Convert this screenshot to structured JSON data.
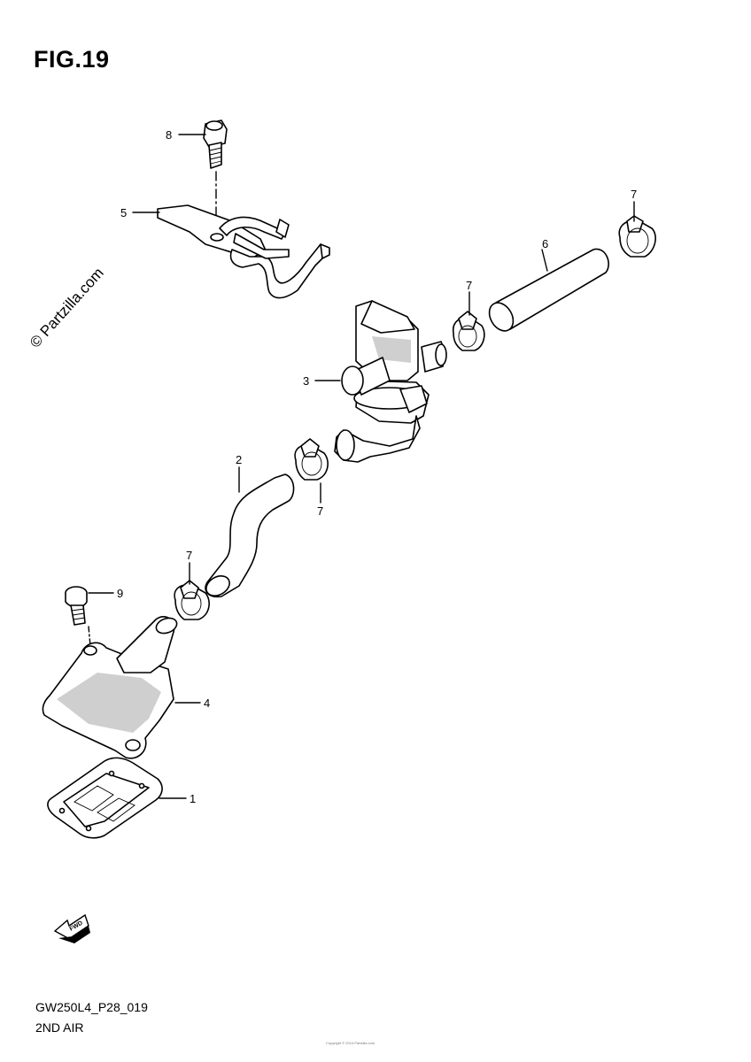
{
  "figure": {
    "title": "FIG.19",
    "code": "GW250L4_P28_019",
    "subtitle": "2ND AIR"
  },
  "watermark": "© Partzilla.com",
  "direction_arrow": {
    "label": "FWD",
    "icon": "fwd-arrow-icon"
  },
  "callouts": {
    "c1": "1",
    "c2": "2",
    "c3": "3",
    "c4": "4",
    "c5": "5",
    "c6": "6",
    "c7a": "7",
    "c7b": "7",
    "c7c": "7",
    "c7d": "7",
    "c8": "8",
    "c9": "9"
  },
  "copyright_line": "Copyright © 2014 Partzilla.com"
}
